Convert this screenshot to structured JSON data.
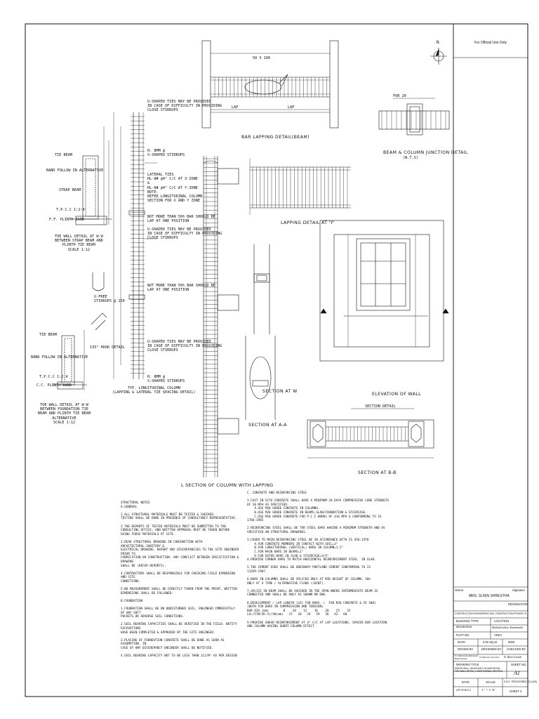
{
  "official_use": "For Official Use Only",
  "north_label": "N",
  "details": {
    "bar_lapping_beam": "BAR LAPPING DETAIL(BEAM)",
    "beam_column_junction": "BEAM & COLUMN JUNCTION DETAIL",
    "beam_column_junction_sub": "(N.T.S)",
    "lapping_detail": "LAPPING DETAIL AT 'Y'",
    "toe_wall_1": "TOE WALL DETAIL AT W-W\nBETWEEN STRAP BEAM AND\nPLINTH TIE BEAM\nSCALE 1:12",
    "toe_wall_2": "TOE WALL DETAIL AT W-W\nBETWEEN FOUNDATION TIE\nBEAM AND PLINTH TIE BEAM\nALTERNATIVE\nSCALE 1:12",
    "u_stirrup": "U-FREE\nSTIRRUPS @ 150",
    "hook": "135° HOOK DETAIL",
    "typ_long": "TYP. LONGITUDINAL COLUMN\n(LAPPING & LATERAL TIE SPACING DETAIL)",
    "l_section": "L SECTION OF COLUMN WITH LAPPING",
    "section_w": "SECTION AT W",
    "section_aa": "SECTION AT A-A",
    "elevation_wall": "ELEVATION OF WALL",
    "section_bb": "SECTION AT B-B",
    "col_notes": [
      "U-SHAPED TIES MAY BE PROVIDED\nIN CASE OF DIFFICULTY IN PROVIDING\nCLOSE STIRRUPS",
      "H. 8MM @\nS-SHAPED STIRRUPS",
      "LATERAL TIES\nHL-8# @4\" C/C AT X-ZONE\n&\nHL-8# @4\" C/C AT Y-ZONE\nNOTE-\nREFER LONGITUDINAL COLUMN\nSECTION FOR X AND Y ZONE",
      "NOT MORE THAN 50% BAR SHOULD BE\nLAP AT ONE POSITION",
      "U-SHAPED TIES MAY BE PROVIDED\nIN CASE OF DIFFICULTY IN PROVIDING\nCLOSE STIRRUPS",
      "NOT MORE THAN 50% BAR SHOULD BE\nLAP AT ONE POSITION",
      "U-SHAPED TIES MAY BE PROVIDED\nIN CASE OF DIFFICULTY IN PROVIDING\nCLOSE STIRRUPS",
      "H. 8MM @\nS-SHAPED STIRRUPS"
    ],
    "toe_labels": [
      "TIE BEAM",
      "BAND FOLLOW IN ALTERNATIVE",
      "STRAP BEAM",
      "T.P.C.C 1:2:4",
      "F.F. PLINTH BAND",
      "TIE BEAM",
      "BAND FOLLOW IN ALTERNATIVE",
      "T.P.C.C 1:2:4",
      "C.C. PLINTH BAND"
    ],
    "dims": [
      "50 X 100",
      "FOR 20",
      "LAP",
      "LAP",
      "SECTION DETAIL"
    ]
  },
  "notes": {
    "left": "STRUCTURAL NOTES\nA.GENERAL\n\n1.ALL STRUCTURAL MATERIALS MUST BE TESTED & CHECKED.\nTESTING SHALL BE DONE IN PRESENCE OF CONSULTANCY REPRESENTATIVE.\n\n2.THE REPORTS OF TESTED MATERIALS MUST BE SUBMITTED TO THE\nCONSULTING OFFICE, AND WRITTEN APPROVAL MUST BE TAKEN BEFORE\nUSING THOSE MATERIALS AT SITE.\n\n3.READ STRUCTURAL DRAWING IN CONJUNCTION WITH ARCHITECTURAL,SANITARY &\nELECTRICAL DRAWING. REPORT ANY DISCREPANCIES TO THE SITE ENGINEER PRIOR TO\nFABRICATION OR CONSTRUCTION. ANY CONFLICT BETWEEN SPECIFICATION & DRAWING\nSHALL BE (REFER REPORTS).\n\n4.CONTRACTORS SHALL BE RESPONSIBLE FOR CHECKING FIELD DIMENSION AND SITE\nCONDITIONS.\n\n5.NO MEASUREMENT SHALL BE DIRECTLY TAKEN FROM THE PRINT, WRITTEN\nDIMENSIONS SHALL BE FOLLOWED.\n\nB.FOUNDATION\n\n1.FOUNDATION SHALL BE ON UNDISTURBED SOIL. ENGINEER IMMEDIATELY OF ANY SOFT\nPOCKETS OR ADVERSE SOIL CONDITIONS.\n\n2.SOIL BEARING CAPACITIES SHALL BE VERIFIED IN THE FIELD. NOTIFY EXCAVATIONS\nHAVE BEEN COMPLETED & APPROVED BY THE SITE ENGINEER.\n\n3.PLACING OF FOUNDATION CONCRETE SHALL BE DONE AS SOON AS ASSUMPTION. IN\nCASE OF ANY DISCREPANCY ENGINEER SHALL BE NOTIFIED.\n\n4.SOIL BEARING CAPACITY NOT TO BE LESS THAN 111/M² AS PER DESIGN",
    "right": "C. CONCRETE AND REINFORCING STEEL\n\n1.CAST IN SITU CONCRETE SHALL HAVE A MINIMUM 28 DAYS COMPRESSIVE CUBE STRENGTH\nOF 20 MPA AS SPECIFIED.\n    A.USE M20 GRADE CONCRETE IN COLUMNS.\n    B.USE M20 GRADE CONCRETE IN BEAMS,SLAB/FOUNDATION & STAIRCASE.\n    C.USE M10 GRADE CONCRETE FOR P.C.C WORKS OF 416 MPA & CONFORMING TO IS\n1786:1985\n\n2.REINFORCING STEEL SHALL BE TOR STEEL BARS HAVING A MINIMUM STRENGTH AND AS\nSPECIFIED ON STRUCTURAL DRAWINGS.\n\n3.COVER TO MAIN REINFORCING STEEL BE IN ACCORDANCE WITH IS 456:1978\n    A.FOR CONCRETE MEMBERS IN CONTACT WITH SOIL=3\"\n    B.FOR LONGITUDINAL (VERTICAL) BARS IN COLUMN=1.5\"\n    C.FOR MAIN BARS IN BEAMS=1\"\n    D.FOR OUTER BARS IN SLAB & STAIRCASE=3/4\"\n4.PROVIDE CORNER BARS TO MATCH HORIZONTAL REINFORCEMENT STEEL  IN SLAB.\n\n5.THE CEMENT USED SHALL BE ORDINARY PORTLAND CEMENT CONFORMING TO IS\n11269:1987.\n\n6.BARS IN COLUMNS SHALL BE SPLICED ONLY AT MID HEIGHT OF COLUMN, 50%\nONLY AT A TIME / ALTERNATIVE FLOOR (JOINT).\n\n7.SPLICE IN BEAM SHALL BE AVOIDED IN THE SPAN WHERE INTERMEDIATE BEAM IS\nCONNECTED AND SHALL BE ONLY AS SHOWN ON DWG.\n\n8.DEVELOPMENT / LAP LENGTH (LD) FOR BARS. (  FOR M20 CONCRETE & FE 500)\n(BOTH FOR BARS IN COMPRESSION AND TENSION)\nBAR DIA (mm)        8    10    12    16    20    25    32\nLD=(57Ø/2D.5)/40(mm)   15   20   24   29   36   42   60\n\n9.PROVIDE SHEAR REINFORCEMENT AT 4\" C/C AT LAP LOCATIONS, SPACER BAR LOCATION\nAND COLUMN HAVING SHORT COLUMN EFFECT."
  },
  "title_block": {
    "owner_label": "Owner",
    "signature_label": "Signature",
    "owner_name": "MRS. SUSIN SHRESTHA",
    "designation_label": "DESIGNATION",
    "project_desc": "CONSTRUCTION ENGINEERING ASS. CONSTRUCTION PRIVATE LIMITED, NEPAL",
    "building_type_label": "BUILDING TYPE",
    "building_type": "Residential",
    "location_label": "LOCATION",
    "location": "Mahadevsthan, Kathmandu",
    "plot_label": "PLOT NO.",
    "area_label": "AREA",
    "cell_a": "00-00",
    "cell_b": "0.00 SQ.M",
    "cell_c": "0000",
    "drawn_label": "DRAWN BY",
    "designed_label": "DESIGNED BY",
    "checked_label": "CHECKED BY",
    "drawn_by": "Er. Mahendra Maharjan\nRajmaharjan",
    "designed_by": "Er.Manisha Shrestha",
    "checked_by": "Er. Bipin Gautam",
    "drawing_title_label": "DRAWING TITLE",
    "drawing_title": "SHEAR WALL, BEAM AND COLUMN DETAIL\nTOE WALL DETAIL, LONGITUDINAL SECTION",
    "sheet_label": "SHEET NO.",
    "sheet_no": "A1",
    "date_label": "DATE",
    "scale_label": "SCALE",
    "checklist_label": "S.B.C. PRESCRIBED (CLASS)",
    "date": "2074-03-2",
    "scale": "1\" = 1'-0\"",
    "sheet_total": "SHEET 3"
  }
}
